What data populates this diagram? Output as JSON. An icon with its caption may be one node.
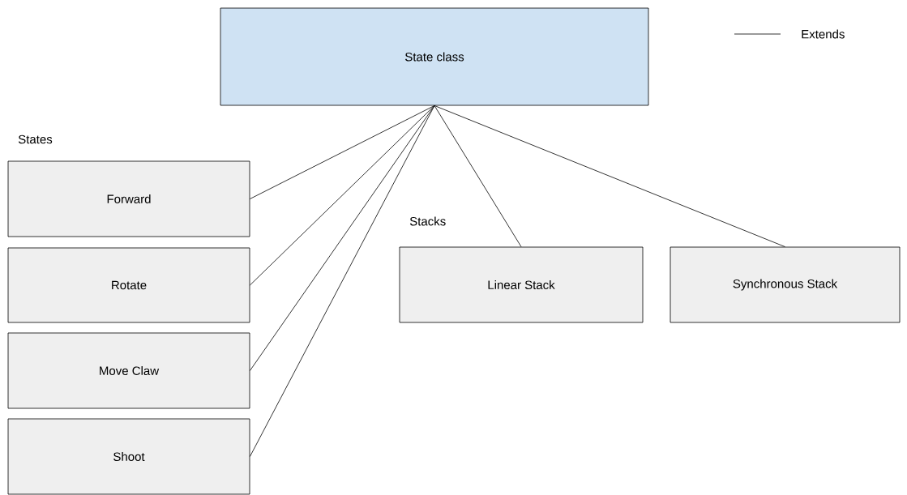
{
  "diagram": {
    "nodes": [
      {
        "text": [
          "State class"
        ]
      },
      {
        "text": [
          "Forward"
        ]
      },
      {
        "text": [
          "Rotate"
        ]
      },
      {
        "text": [
          "Move Claw"
        ]
      },
      {
        "text": [
          "Shoot"
        ]
      },
      {
        "text": [
          "Linear Stack"
        ]
      },
      {
        "text": [
          "Synchronous Stack"
        ]
      }
    ],
    "edges": [
      {
        "from": 0,
        "to": 1,
        "arrow": "none"
      },
      {
        "from": 0,
        "to": 2,
        "arrow": "none"
      },
      {
        "from": 0,
        "to": 3,
        "arrow": "none"
      },
      {
        "from": 0,
        "to": 4,
        "arrow": "none"
      },
      {
        "from": 0,
        "to": 5,
        "arrow": "none"
      },
      {
        "from": 0,
        "to": 6,
        "arrow": "none"
      }
    ],
    "labels": [
      "States",
      "Stacks"
    ],
    "legend": [
      {
        "text": "Extends"
      }
    ]
  }
}
